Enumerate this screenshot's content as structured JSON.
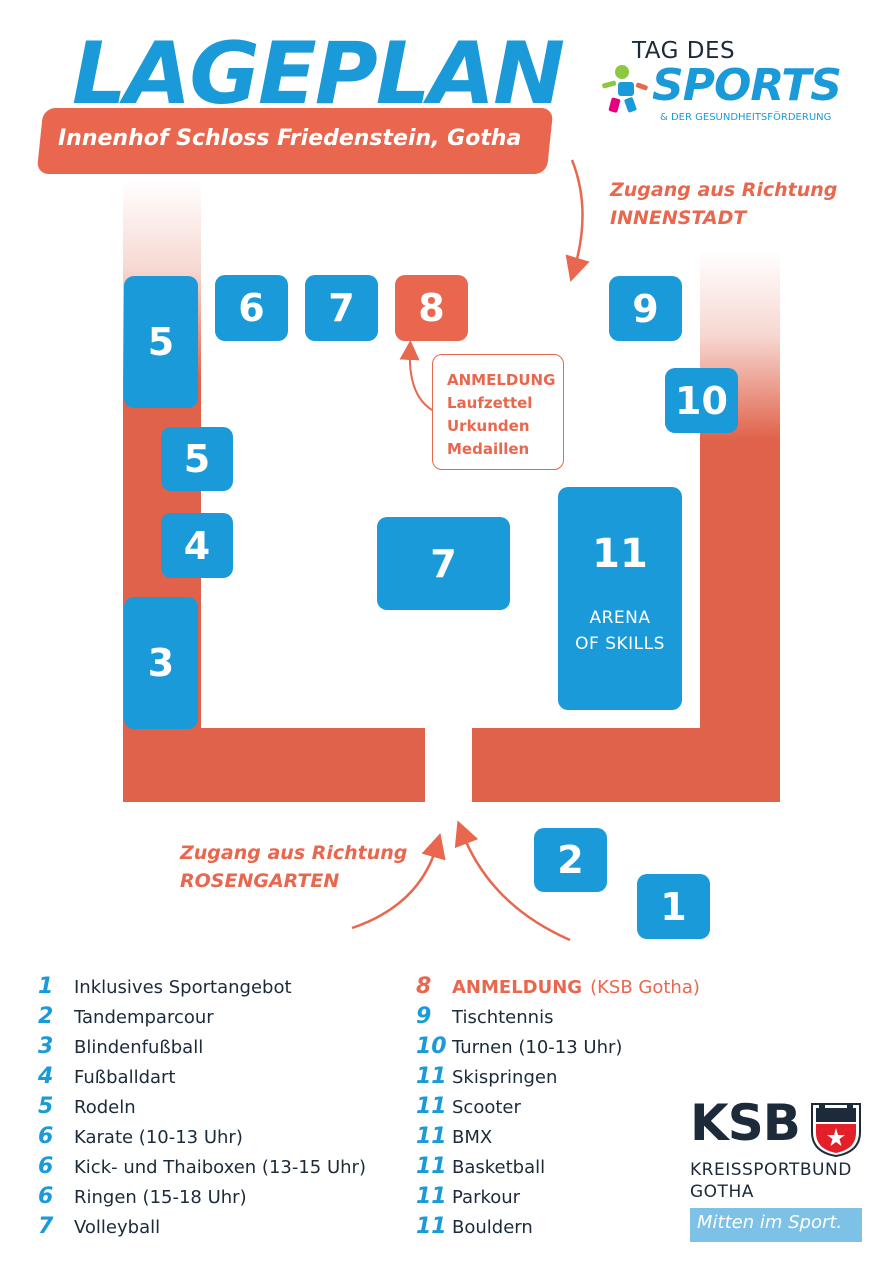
{
  "header": {
    "title": "LAGEPLAN",
    "subtitle": "Innenhof Schloss Friedenstein, Gotha"
  },
  "logo_top": {
    "line1": "TAG DES",
    "line2": "SPORTS",
    "line3": "& DER GESUNDHEITSFÖRDERUNG"
  },
  "map": {
    "stations": {
      "s5a": "5",
      "s6": "6",
      "s7a": "7",
      "s8": "8",
      "s9": "9",
      "s10": "10",
      "s5b": "5",
      "s4": "4",
      "s3": "3",
      "s7b": "7",
      "s11": "11",
      "s11_sub1": "ARENA",
      "s11_sub2": "OF SKILLS",
      "s2": "2",
      "s1": "1"
    },
    "anmeldung_box": [
      "ANMELDUNG",
      "Laufzettel",
      "Urkunden",
      "Medaillen"
    ],
    "access_innenstadt": [
      "Zugang aus Richtung",
      "INNENSTADT"
    ],
    "access_rosengarten": [
      "Zugang aus Richtung",
      "ROSENGARTEN"
    ]
  },
  "legend": {
    "left": [
      {
        "num": "1",
        "text": "Inklusives Sportangebot"
      },
      {
        "num": "2",
        "text": "Tandemparcour"
      },
      {
        "num": "3",
        "text": "Blindenfußball"
      },
      {
        "num": "4",
        "text": "Fußballdart"
      },
      {
        "num": "5",
        "text": "Rodeln"
      },
      {
        "num": "6",
        "text": "Karate (10-13 Uhr)"
      },
      {
        "num": "6",
        "text": "Kick- und Thaiboxen (13-15 Uhr)"
      },
      {
        "num": "6",
        "text": "Ringen (15-18 Uhr)"
      },
      {
        "num": "7",
        "text": "Volleyball"
      }
    ],
    "right": [
      {
        "num": "8",
        "text": "ANMELDUNG",
        "extra": "(KSB Gotha)"
      },
      {
        "num": "9",
        "text": "Tischtennis"
      },
      {
        "num": "10",
        "text": "Turnen (10-13 Uhr)"
      },
      {
        "num": "11",
        "text": "Skispringen"
      },
      {
        "num": "11",
        "text": "Scooter"
      },
      {
        "num": "11",
        "text": "BMX"
      },
      {
        "num": "11",
        "text": "Basketball"
      },
      {
        "num": "11",
        "text": "Parkour"
      },
      {
        "num": "11",
        "text": "Bouldern"
      }
    ]
  },
  "ksb": {
    "name": "KSB",
    "line1": "KREISSPORTBUND",
    "line2": "GOTHA",
    "slogan": "Mitten im Sport."
  },
  "colors": {
    "blue": "#1a9ad8",
    "orange": "#e8674e",
    "dark": "#1c2a3a"
  }
}
